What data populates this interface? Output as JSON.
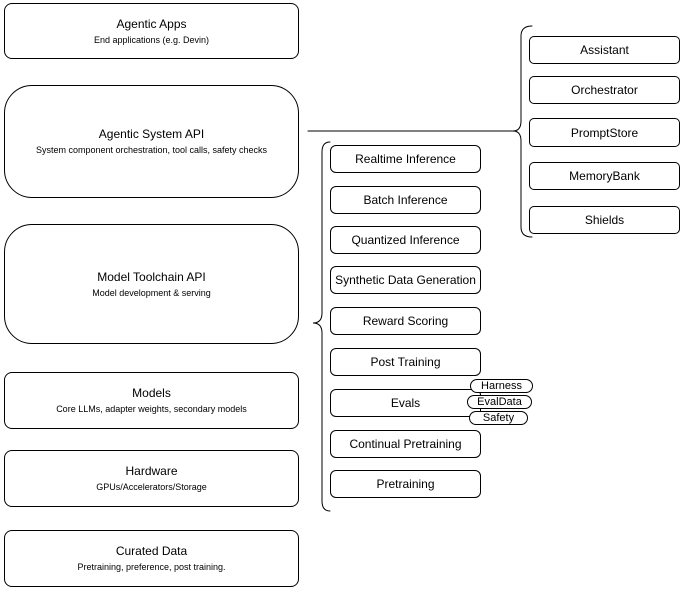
{
  "left_column": {
    "boxes": [
      {
        "title": "Agentic Apps",
        "subtitle": "End applications (e.g. Devin)"
      },
      {
        "title": "Agentic System API",
        "subtitle": "System component orchestration, tool calls, safety checks"
      },
      {
        "title": "Model Toolchain API",
        "subtitle": "Model development & serving"
      },
      {
        "title": "Models",
        "subtitle": "Core LLMs, adapter weights, secondary models"
      },
      {
        "title": "Hardware",
        "subtitle": "GPUs/Accelerators/Storage"
      },
      {
        "title": "Curated Data",
        "subtitle": "Pretraining, preference, post training."
      }
    ]
  },
  "toolchain_column": {
    "items": [
      {
        "label": "Realtime Inference"
      },
      {
        "label": "Batch Inference"
      },
      {
        "label": "Quantized Inference"
      },
      {
        "label": "Synthetic Data Generation"
      },
      {
        "label": "Reward Scoring"
      },
      {
        "label": "Post Training"
      },
      {
        "label": "Evals"
      },
      {
        "label": "Continual Pretraining"
      },
      {
        "label": "Pretraining"
      }
    ],
    "evals_tags": [
      {
        "label": "Harness"
      },
      {
        "label": "EvalData"
      },
      {
        "label": "Safety"
      }
    ]
  },
  "system_column": {
    "items": [
      {
        "label": "Assistant"
      },
      {
        "label": "Orchestrator"
      },
      {
        "label": "PromptStore"
      },
      {
        "label": "MemoryBank"
      },
      {
        "label": "Shields"
      }
    ]
  },
  "style": {
    "background": "#ffffff",
    "stroke": "#000000",
    "text": "#000000"
  }
}
